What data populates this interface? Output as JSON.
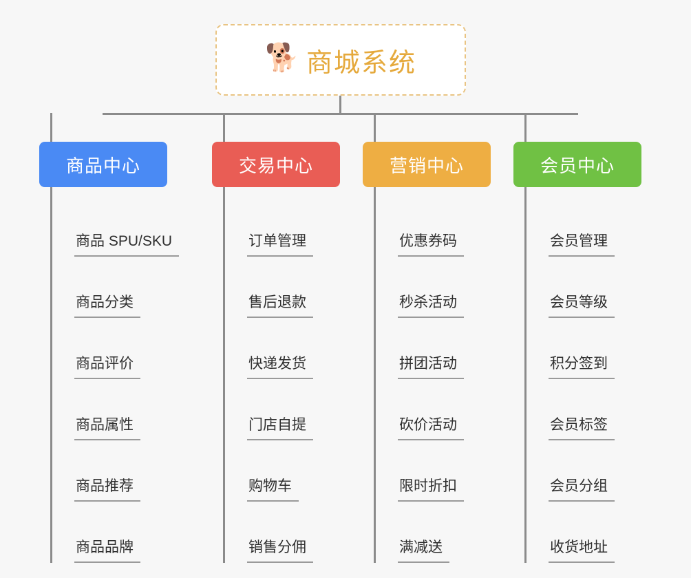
{
  "root": {
    "icon": "shiba-dog-face-icon",
    "emoji": "🐕",
    "title": "商城系统",
    "title_color": "#e5a93c",
    "border_color": "#e9c483",
    "background": "#ffffff"
  },
  "canvas": {
    "background": "#f7f7f7",
    "line_color": "#8b8b8b"
  },
  "branches": [
    {
      "id": "product-center",
      "label": "商品中心",
      "color": "#4a8af4",
      "items": [
        {
          "label": "商品 SPU/SKU"
        },
        {
          "label": "商品分类"
        },
        {
          "label": "商品评价"
        },
        {
          "label": "商品属性"
        },
        {
          "label": "商品推荐"
        },
        {
          "label": "商品品牌"
        }
      ]
    },
    {
      "id": "trade-center",
      "label": "交易中心",
      "color": "#e95d55",
      "items": [
        {
          "label": "订单管理"
        },
        {
          "label": "售后退款"
        },
        {
          "label": "快递发货"
        },
        {
          "label": "门店自提"
        },
        {
          "label": "购物车"
        },
        {
          "label": "销售分佣"
        }
      ]
    },
    {
      "id": "marketing-center",
      "label": "营销中心",
      "color": "#eeae43",
      "items": [
        {
          "label": "优惠券码"
        },
        {
          "label": "秒杀活动"
        },
        {
          "label": "拼团活动"
        },
        {
          "label": "砍价活动"
        },
        {
          "label": "限时折扣"
        },
        {
          "label": "满减送"
        }
      ]
    },
    {
      "id": "member-center",
      "label": "会员中心",
      "color": "#70c144",
      "items": [
        {
          "label": "会员管理"
        },
        {
          "label": "会员等级"
        },
        {
          "label": "积分签到"
        },
        {
          "label": "会员标签"
        },
        {
          "label": "会员分组"
        },
        {
          "label": "收货地址"
        }
      ]
    }
  ]
}
